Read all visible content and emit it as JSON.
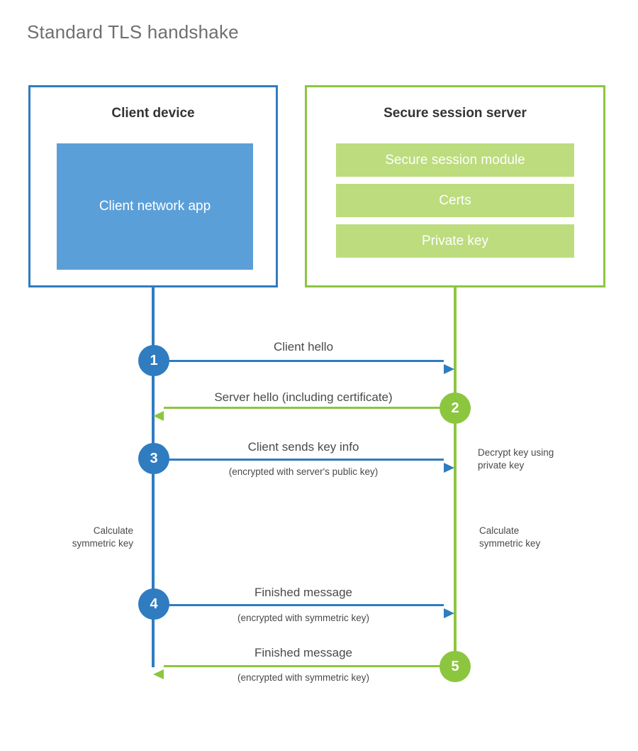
{
  "title": "Standard TLS handshake",
  "colors": {
    "client_accent": "#2f7cc0",
    "client_fill": "#5b9fd8",
    "server_accent": "#8cc63f",
    "server_fill": "#bcdc7e",
    "text": "#4a4a4a",
    "title_text": "#6f6f6f",
    "background": "#ffffff"
  },
  "client": {
    "title": "Client device",
    "app_label": "Client network app"
  },
  "server": {
    "title": "Secure session server",
    "modules": [
      {
        "label": "Secure session module"
      },
      {
        "label": "Certs"
      },
      {
        "label": "Private key"
      }
    ]
  },
  "steps": [
    {
      "number": "1",
      "label": "Client hello",
      "sublabel": "",
      "direction": "client-to-server",
      "color": "blue"
    },
    {
      "number": "2",
      "label": "Server hello (including certificate)",
      "sublabel": "",
      "direction": "server-to-client",
      "color": "green"
    },
    {
      "number": "3",
      "label": "Client sends key info",
      "sublabel": "(encrypted with server's public key)",
      "direction": "client-to-server",
      "color": "blue"
    },
    {
      "number": "4",
      "label": "Finished message",
      "sublabel": "(encrypted with symmetric key)",
      "direction": "client-to-server",
      "color": "blue"
    },
    {
      "number": "5",
      "label": "Finished message",
      "sublabel": "(encrypted with symmetric key)",
      "direction": "server-to-client",
      "color": "green"
    }
  ],
  "notes": {
    "server_decrypt": "Decrypt key using\nprivate key",
    "client_calc": "Calculate\nsymmetric key",
    "server_calc": "Calculate\nsymmetric key"
  }
}
